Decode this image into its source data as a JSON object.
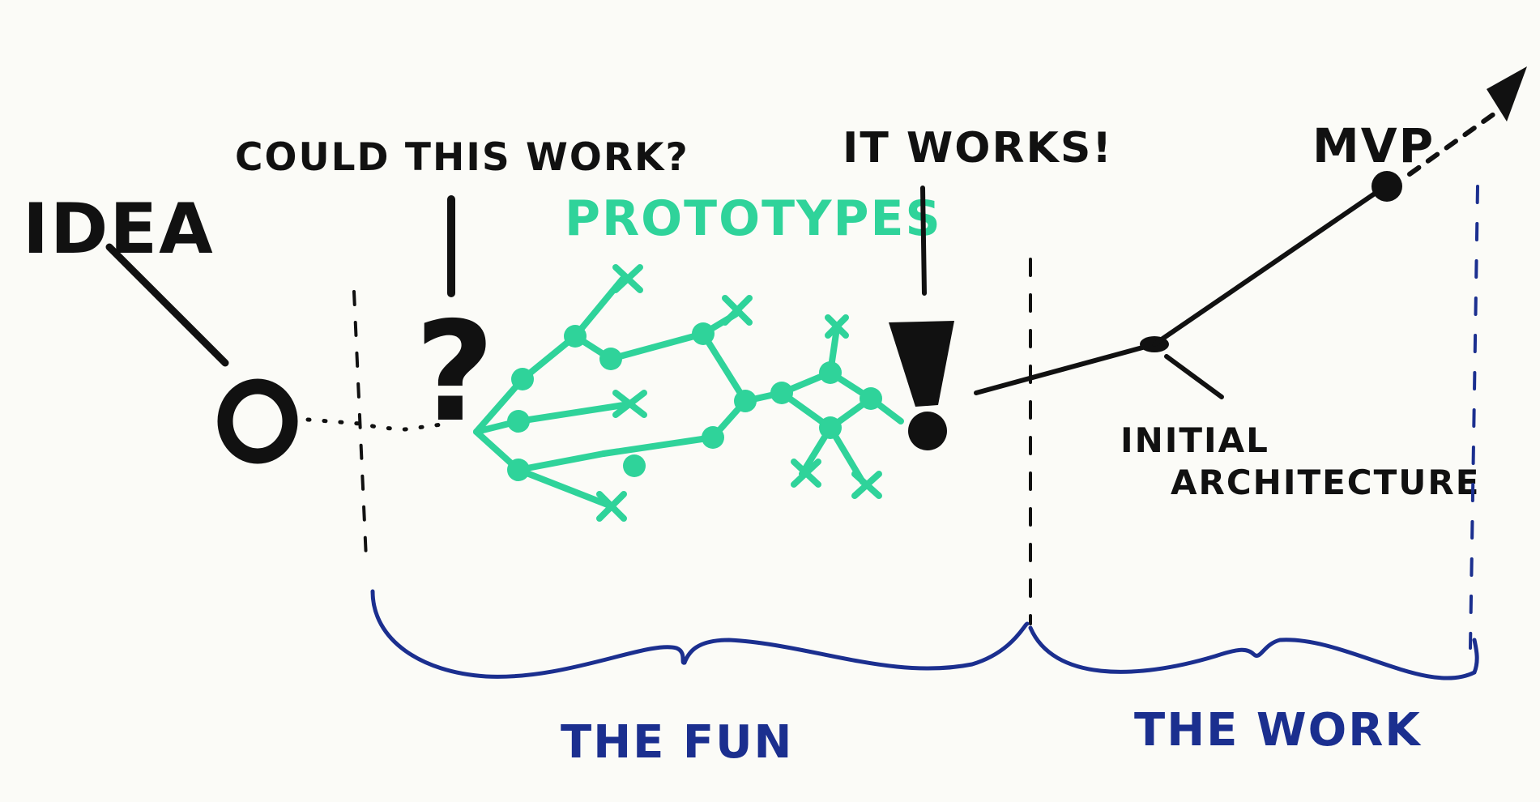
{
  "labels": {
    "idea": "IDEA",
    "could_this_work": "COULD THIS WORK?",
    "prototypes": "PROTOTYPES",
    "it_works": "IT WORKS!",
    "mvp": "MVP",
    "initial_architecture_line1": "INITIAL",
    "initial_architecture_line2": "ARCHITECTURE",
    "the_fun": "THE FUN",
    "the_work": "THE WORK"
  },
  "symbols": {
    "idea_node": "O",
    "question_mark": "?",
    "exclamation_mark": "!"
  },
  "colors": {
    "ink": "#111111",
    "prototypes_green": "#2fd39a",
    "brace_blue": "#1b2f8f",
    "paper": "#fbfbf7"
  }
}
